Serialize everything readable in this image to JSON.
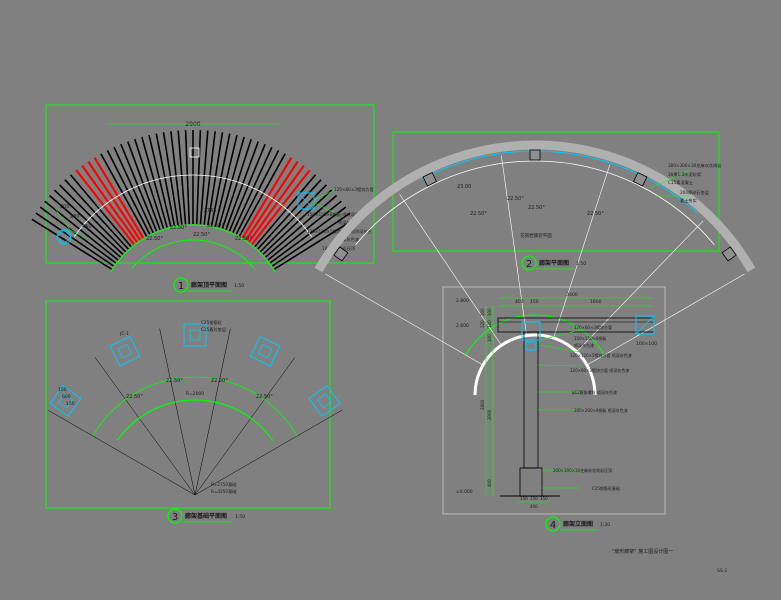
{
  "colors": {
    "background": "#808080",
    "frame": "#00ff00",
    "linework": "#000000",
    "accent_red": "#ff0000",
    "accent_cyan": "#00c8ff",
    "annotation_white": "#ffffff",
    "text_dark": "#1a1a1a"
  },
  "drawing1": {
    "number": "1",
    "title": "廊架顶平面图",
    "scale": "1:50",
    "top_dim": "2900",
    "left_dims": [
      "200",
      "280",
      "450"
    ],
    "arc_dim": "2743",
    "angles": [
      "22.50°",
      "22.50°",
      "22.50°",
      "22.50°",
      "22.50°"
    ],
    "notes": [
      "120×60×3镀锌方管",
      "150×150×8钢板 喷涂深灰色",
      "喷深灰色漆",
      "120×120×5镀锌方管 喷涂深灰色",
      "喷深灰色漆",
      "100厚花岗岩压顶"
    ]
  },
  "drawing2": {
    "number": "2",
    "title": "廊架平面图",
    "scale": "1:50",
    "left_dim": "23.00",
    "angles": [
      "22.50°",
      "22.50°",
      "22.50°",
      "22.50°"
    ],
    "center_label": "花岗岩铺装平面",
    "notes": [
      "300×300×30芝麻灰花岗岩",
      "30厚1:3水泥砂浆",
      "C15素混凝土",
      "200厚碎石垫层",
      "素土夯实"
    ]
  },
  "drawing3": {
    "number": "3",
    "title": "廊架基础平面图",
    "scale": "1:50",
    "top_left_label": "JC-1",
    "top_notes": [
      "C25钢筋砼",
      "C15素砼垫层"
    ],
    "left_dims": [
      "150",
      "600",
      "150"
    ],
    "angles": [
      "22.50°",
      "22.50°",
      "22.50°",
      "22.50°"
    ],
    "radius_label": "R=2000",
    "bottom_notes": [
      "R=2750基础",
      "R=3250基础"
    ]
  },
  "drawing4": {
    "number": "4",
    "title": "廊架立面图",
    "scale": "1:30",
    "top_dims": [
      "3400",
      "400",
      "150",
      "1600"
    ],
    "elev_top": "2.800",
    "elev_beam": "2.600",
    "elev_bottom": "±0.000",
    "left_dims": [
      "100",
      "120",
      "100",
      "120",
      "100"
    ],
    "height_dims": [
      "2800",
      "2000",
      "400"
    ],
    "bottom_dims": [
      "150",
      "150",
      "150",
      "400"
    ],
    "right_label": "100×100",
    "notes": [
      "120×60×3镀锌方管",
      "150×150×8钢板",
      "喷深灰色漆",
      "120×120×5镀锌方管 喷深灰色漆",
      "120×60×3镀锌方管 喷深灰色漆",
      "φ12膨胀螺栓 喷深灰色漆",
      "200×200×8钢板 喷深灰色漆",
      "300×300×30芝麻灰花岗岩压顶",
      "C25钢筋砼基础"
    ]
  },
  "sheet": {
    "title": "\"扇形廊架\" 施工图设计图一",
    "code": "SS-2"
  }
}
